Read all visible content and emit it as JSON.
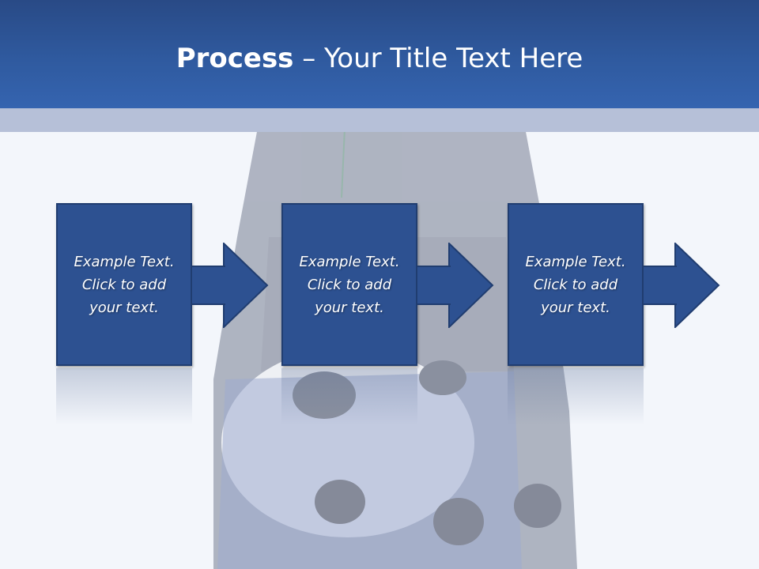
{
  "slide": {
    "title_bold": "Process",
    "title_rest": " – Your Title Text Here"
  },
  "steps": [
    {
      "line1": "Example Text.",
      "line2": "Click  to add",
      "line3": "your text."
    },
    {
      "line1": "Example Text.",
      "line2": "Click  to add",
      "line3": "your text."
    },
    {
      "line1": "Example Text.",
      "line2": "Click  to add",
      "line3": "your text."
    }
  ],
  "colors": {
    "header": "#2f5a9f",
    "box": "#2d5191",
    "band": "#b6c0d8"
  }
}
